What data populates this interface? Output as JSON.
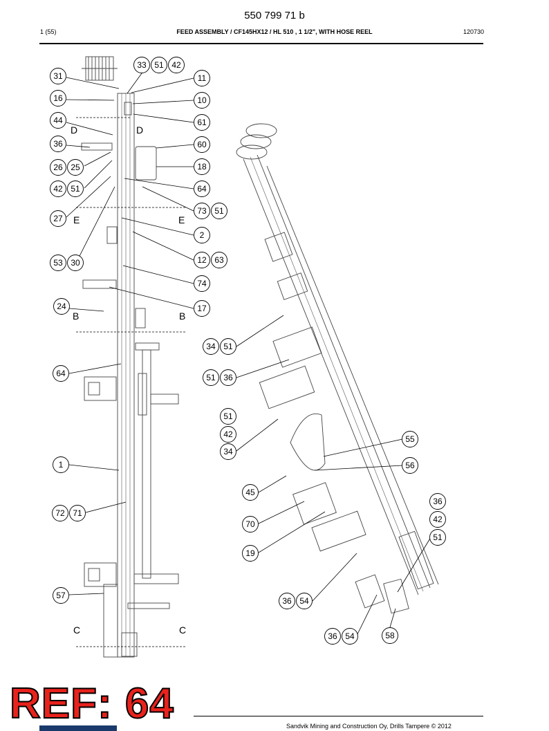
{
  "header": {
    "document_number": "550 799 71 b",
    "page": "1 (55)",
    "title": "FEED ASSEMBLY / CF145HX12 / HL 510 , 1 1/2\", WITH HOSE REEL",
    "code": "120730"
  },
  "callouts": [
    "31",
    "16",
    "44",
    "36",
    "26",
    "25",
    "42",
    "51",
    "27",
    "53",
    "30",
    "24",
    "64",
    "1",
    "72",
    "71",
    "57",
    "33",
    "51",
    "42",
    "11",
    "10",
    "61",
    "60",
    "18",
    "64",
    "73",
    "51",
    "2",
    "12",
    "63",
    "74",
    "17",
    "34",
    "51",
    "51",
    "36",
    "51",
    "42",
    "34",
    "55",
    "56",
    "45",
    "70",
    "19",
    "36",
    "42",
    "51",
    "36",
    "54",
    "36",
    "54",
    "58"
  ],
  "section_labels": [
    "D",
    "D",
    "E",
    "E",
    "B",
    "B",
    "C",
    "C"
  ],
  "ref_label": "REF: 64",
  "footer": {
    "copyright": "Sandvik Mining and Construction Oy, Drills Tampere © 2012"
  }
}
